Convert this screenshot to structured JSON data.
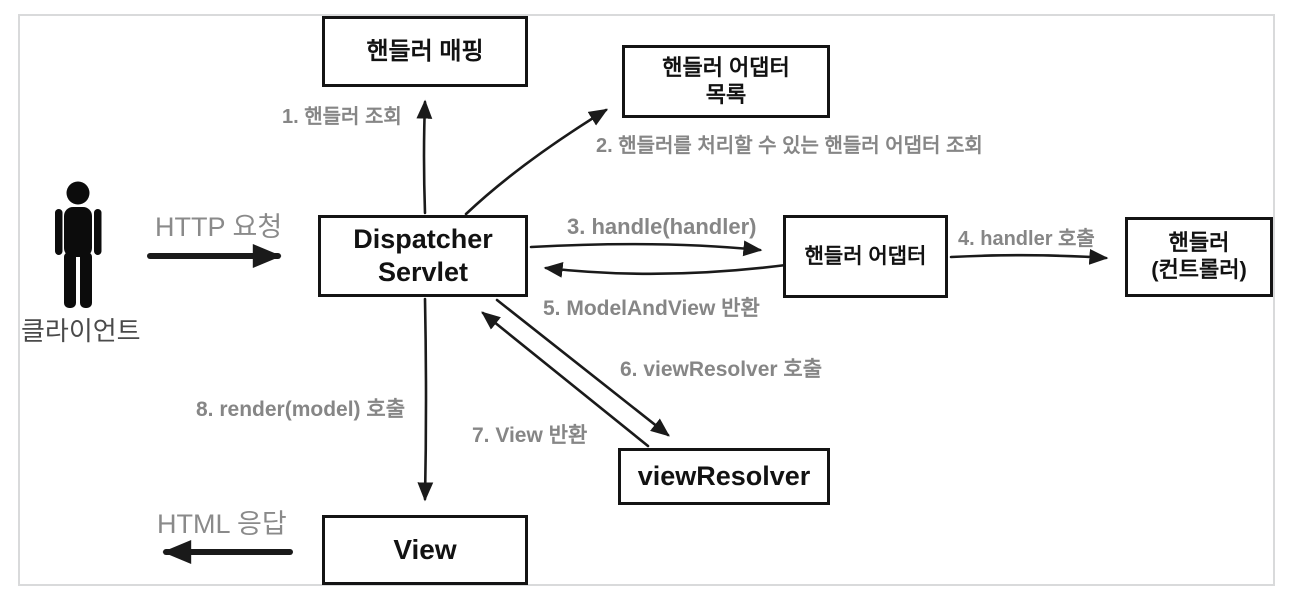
{
  "diagram": {
    "title": "Spring MVC DispatcherServlet request flow",
    "colors": {
      "background": "#ffffff",
      "frame_border": "#d9dadb",
      "box_border": "#141414",
      "box_text": "#121212",
      "arrow": "#1a1a1a",
      "step_label_gray": "#868686",
      "client_label_gray": "#4a4a4a"
    }
  },
  "boxes": {
    "handler_mapping": {
      "label": "핸들러 매핑"
    },
    "handler_adapter_list": {
      "line1": "핸들러 어댑터",
      "line2": "목록"
    },
    "dispatcher_servlet": {
      "line1": "Dispatcher",
      "line2": "Servlet"
    },
    "handler_adapter": {
      "label": "핸들러 어댑터"
    },
    "handler_controller": {
      "line1": "핸들러",
      "line2": "(컨트롤러)"
    },
    "view_resolver": {
      "label": "viewResolver"
    },
    "view": {
      "label": "View"
    }
  },
  "labels": {
    "step1": "1. 핸들러 조회",
    "step2": "2. 핸들러를 처리할 수 있는 핸들러 어댑터 조회",
    "step3": "3. handle(handler)",
    "step4": "4. handler 호출",
    "step5": "5. ModelAndView 반환",
    "step6": "6. viewResolver 호출",
    "step7": "7. View 반환",
    "step8": "8. render(model) 호출",
    "http_request": "HTTP 요청",
    "html_response": "HTML 응답",
    "client": "클라이언트"
  },
  "icons": {
    "client": "person-icon"
  }
}
